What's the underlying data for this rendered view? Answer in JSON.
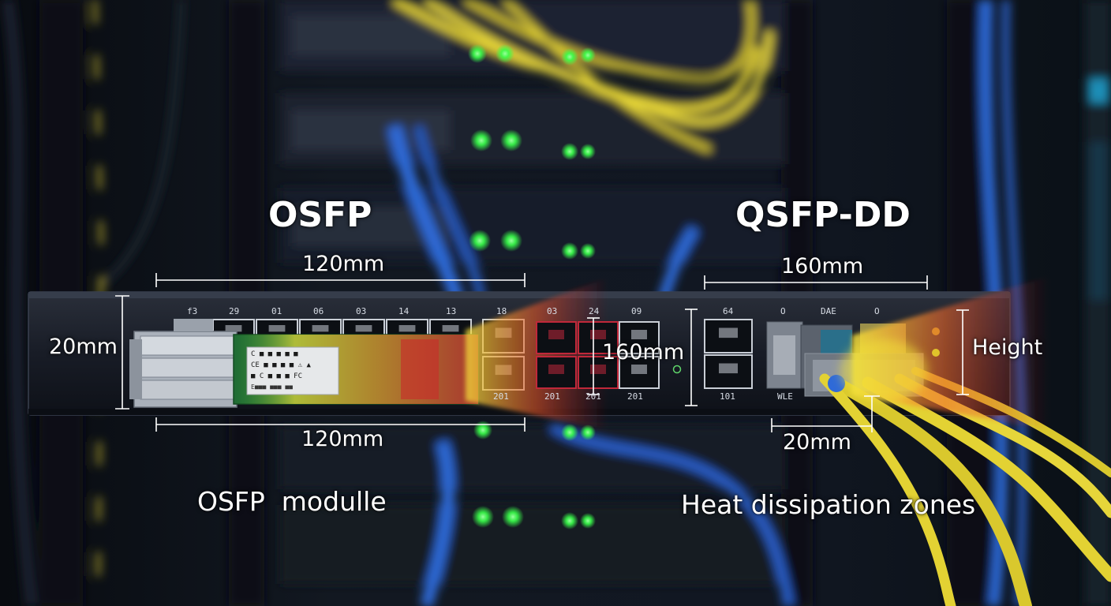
{
  "titles": {
    "left": "OSFP",
    "right": "QSFP-DD"
  },
  "dimensions": {
    "left_top_width": "120mm",
    "left_bottom_width": "120mm",
    "left_height": "20mm",
    "right_top_width": "160mm",
    "right_middle_width": "160mm",
    "right_bottom_width": "20mm",
    "right_height": "Height"
  },
  "captions": {
    "left": "OSFP  modulle",
    "right": "Heat dissipation zones"
  },
  "port_numbers_top": [
    "f3",
    "29",
    "01",
    "06",
    "03",
    "14",
    "13",
    "18",
    "03",
    "24",
    "09",
    "64",
    "O",
    "DAE",
    "O"
  ],
  "port_numbers_bottom": [
    "201",
    "201",
    "201",
    "201",
    "101",
    "WLE"
  ],
  "module_label": {
    "line1": "C ■ ■ ■ ■ ■",
    "line2": "CE ■ ■ ■ ■ ⚠ ▲",
    "line3": "■ C ■ ■ ■ FC",
    "line4": "E■■■ ■■■ ■■"
  },
  "colors": {
    "rack_background": "#05070b",
    "switch_panel": "#181c26",
    "led_green": "#39ff4a",
    "cable_yellow": "#e3d233",
    "cable_blue": "#2f6ad8",
    "pcb_green": "#1f6b34",
    "heat_red": "#e0212b",
    "heat_yellow": "#f3e23a",
    "port_red": "#c0283a"
  }
}
